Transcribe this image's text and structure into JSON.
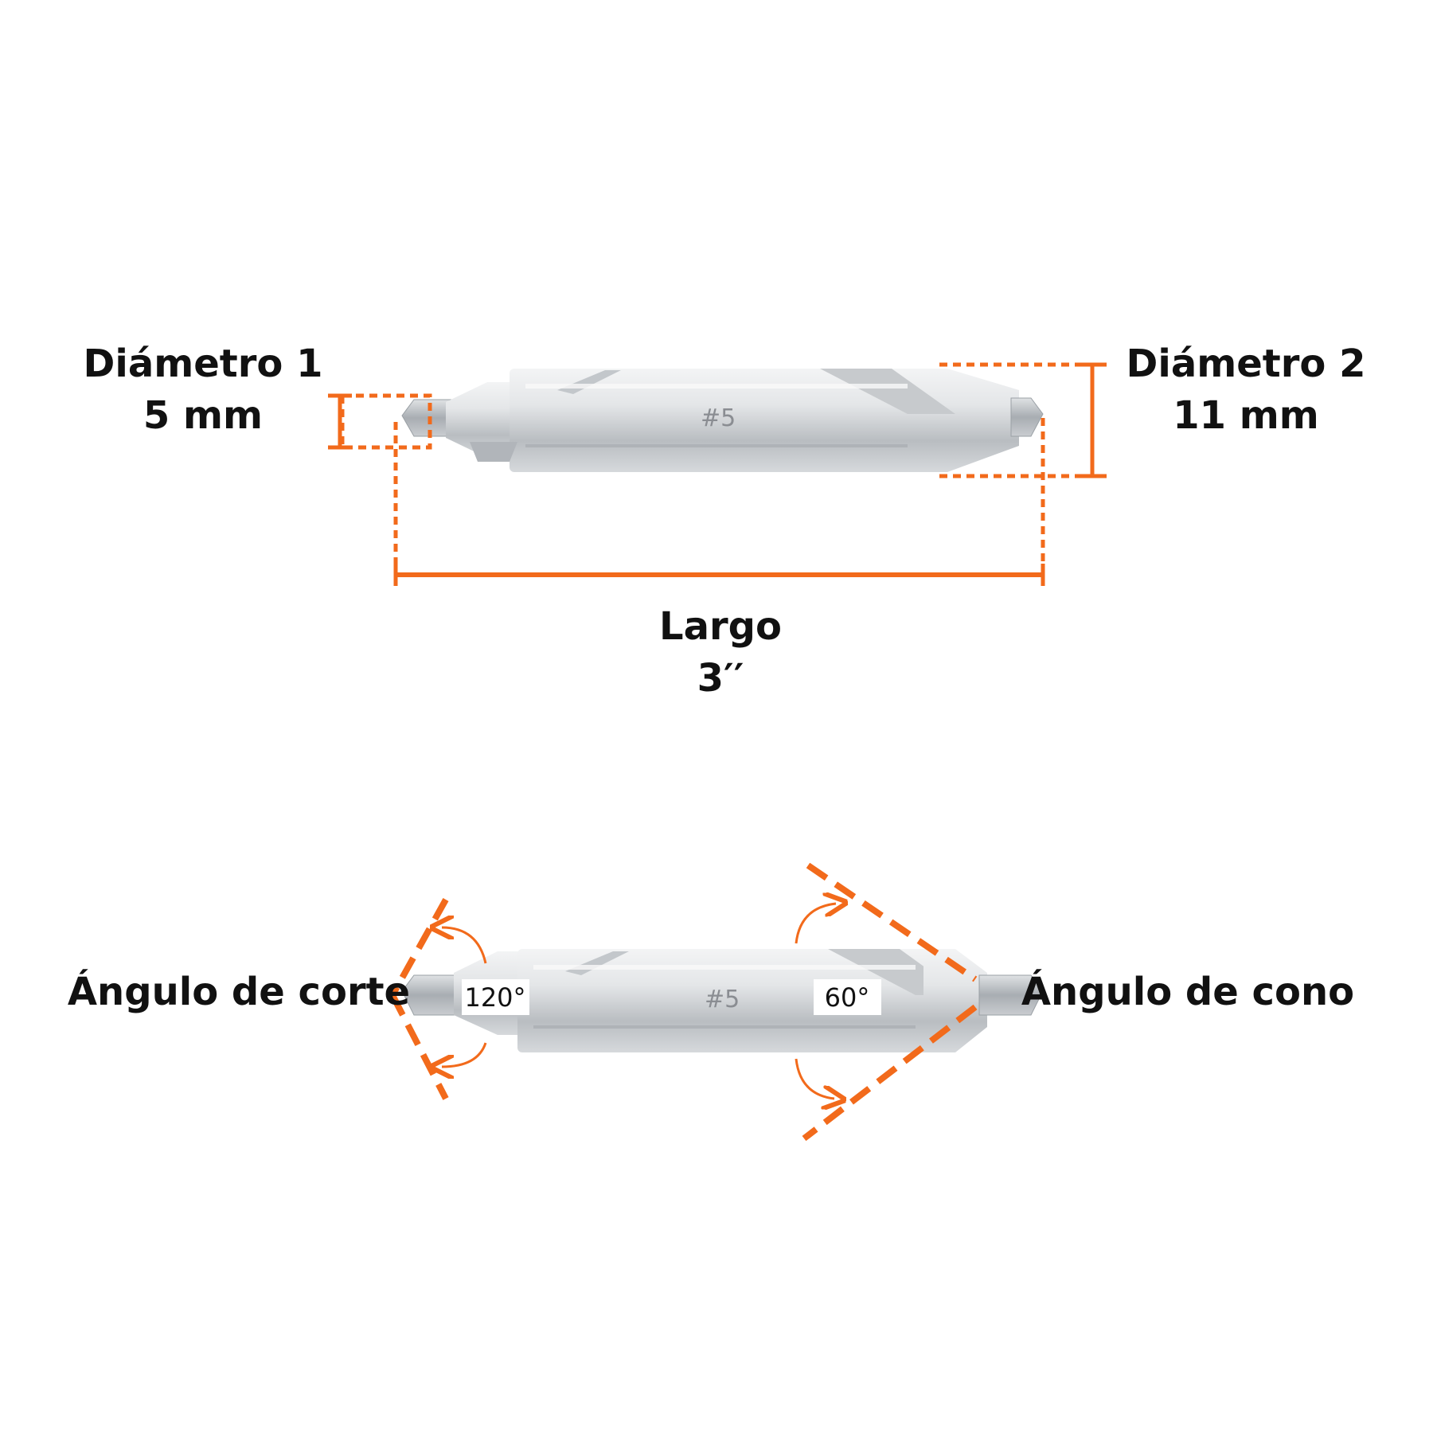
{
  "colors": {
    "accent": "#f26a1b",
    "steel_light": "#eceef0",
    "steel_mid": "#c8cbcf",
    "steel_dark": "#8d9196",
    "text": "#111111"
  },
  "top_diagram": {
    "diameter1": {
      "title": "Diámetro 1",
      "value": "5 mm"
    },
    "diameter2": {
      "title": "Diámetro 2",
      "value": "11 mm"
    },
    "length": {
      "title": "Largo",
      "value": "3′′"
    },
    "engraving": "#5"
  },
  "bottom_diagram": {
    "cut_angle": {
      "title": "Ángulo de corte",
      "value": "120°"
    },
    "cone_angle": {
      "title": "Ángulo de cono",
      "value": "60°"
    },
    "engraving": "#5"
  }
}
